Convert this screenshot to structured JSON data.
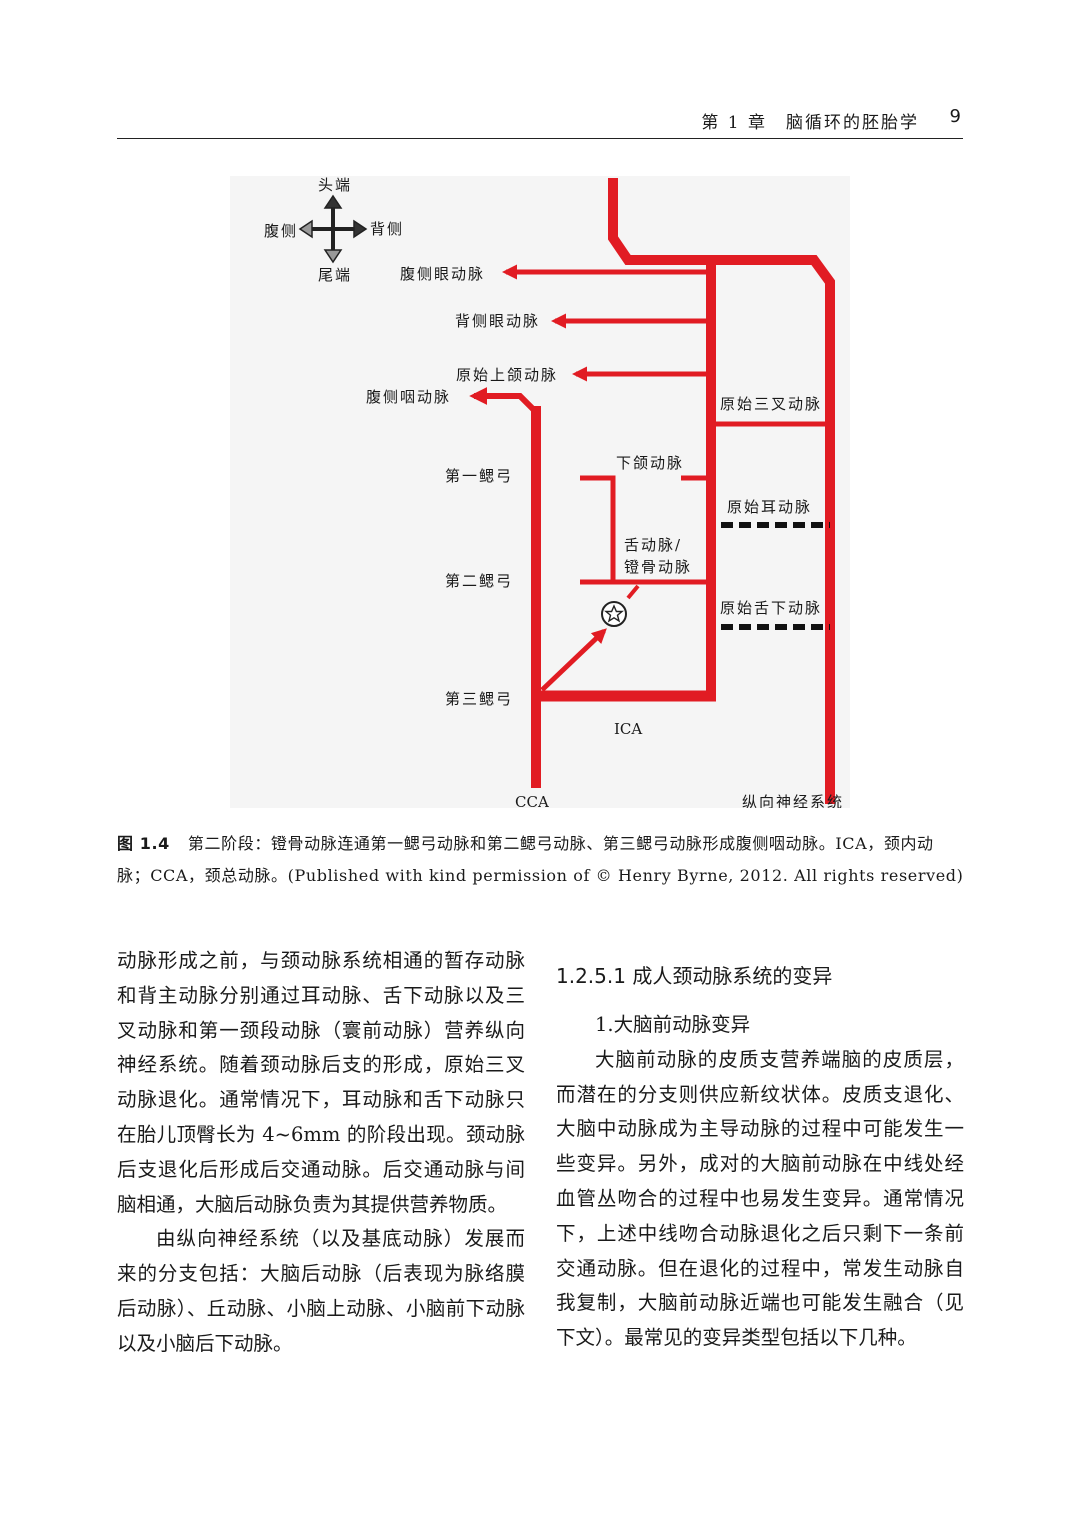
{
  "running_head": {
    "chapter": "第 1 章　脑循环的胚胎学",
    "page_number": "9"
  },
  "figure": {
    "colors": {
      "artery": "#e11c23",
      "dashed": "#111111",
      "background": "#f5f5f5"
    },
    "labels": {
      "compass_up": "头端",
      "compass_left": "腹侧",
      "compass_right": "背侧",
      "compass_down": "尾端",
      "ventral_ophthalmic": "腹侧眼动脉",
      "dorsal_ophthalmic": "背侧眼动脉",
      "primitive_maxillary": "原始上颌动脉",
      "ventral_pharyngeal": "腹侧咽动脉",
      "primitive_trigeminal": "原始三叉动脉",
      "first_arch": "第一鳃弓",
      "mandibular": "下颌动脉",
      "primitive_otic": "原始耳动脉",
      "hyoid_stapedial_1": "舌动脉/",
      "hyoid_stapedial_2": "镫骨动脉",
      "second_arch": "第二鳃弓",
      "primitive_hypoglossal": "原始舌下动脉",
      "third_arch": "第三鳃弓",
      "ica": "ICA",
      "cca": "CCA",
      "longitudinal_neural": "纵向神经系统"
    }
  },
  "caption": {
    "number": "图 1.4",
    "text": "第二阶段：镫骨动脉连通第一鳃弓动脉和第二鳃弓动脉、第三鳃弓动脉形成腹侧咽动脉。ICA，颈内动脉；CCA，颈总动脉。(Published with kind permission of © Henry Byrne, 2012. All rights reserved)"
  },
  "body": {
    "left_para_1": "动脉形成之前，与颈动脉系统相通的暂存动脉和背主动脉分别通过耳动脉、舌下动脉以及三叉动脉和第一颈段动脉（寰前动脉）营养纵向神经系统。随着颈动脉后支的形成，原始三叉动脉退化。通常情况下，耳动脉和舌下动脉只在胎儿顶臀长为 4~6mm 的阶段出现。颈动脉后支退化后形成后交通动脉。后交通动脉与间脑相通，大脑后动脉负责为其提供营养物质。",
    "left_para_2": "由纵向神经系统（以及基底动脉）发展而来的分支包括：大脑后动脉（后表现为脉络膜后动脉）、丘动脉、小脑上动脉、小脑前下动脉以及小脑后下动脉。",
    "section_title": "1.2.5.1 成人颈动脉系统的变异",
    "subsection_title": "1.大脑前动脉变异",
    "right_para_1": "大脑前动脉的皮质支营养端脑的皮质层，而潜在的分支则供应新纹状体。皮质支退化、大脑中动脉成为主导动脉的过程中可能发生一些变异。另外，成对的大脑前动脉在中线处经血管丛吻合的过程中也易发生变异。通常情况下，上述中线吻合动脉退化之后只剩下一条前交通动脉。但在退化的过程中，常发生动脉自我复制，大脑前动脉近端也可能发生融合（见下文）。最常见的变异类型包括以下几种。"
  }
}
